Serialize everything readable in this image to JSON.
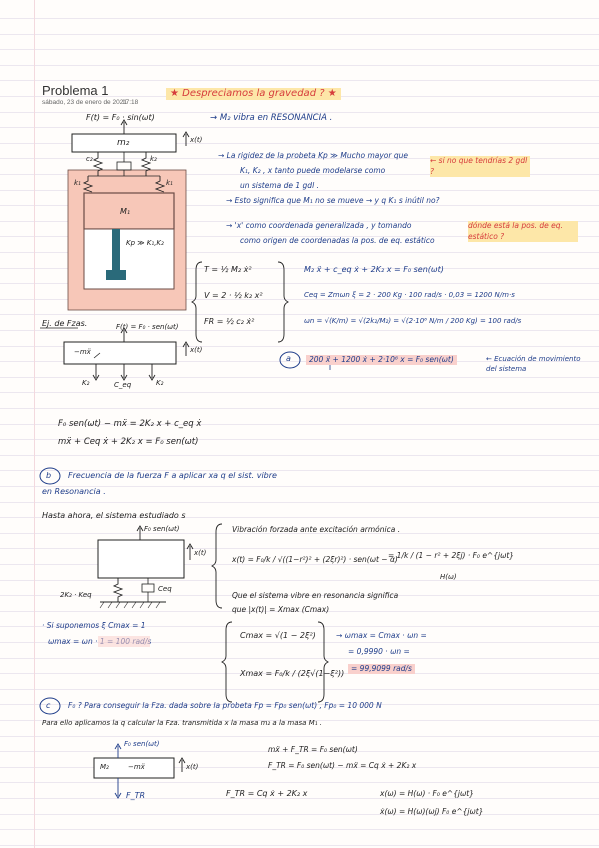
{
  "header": {
    "title": "Problema 1",
    "date": "sábado, 23 de enero de 2021",
    "time": "17:18"
  },
  "top_note": "★ Despreciamos la gravedad ? ★",
  "statement": "→ M₂ vibra en RESONANCIA .",
  "system": {
    "force": "F(t) = F₀ · sin(ωt)",
    "mass_top": "m₂",
    "mass_bottom": "M₁",
    "springs": [
      "c₂",
      "k₂",
      "k₂",
      "k₁",
      "k₁"
    ],
    "kp_note": "Kp ≫ K₁,K₂",
    "x_label": "x(t)"
  },
  "remarks": [
    "→ La rigidez de la probeta Kp ≫ Mucho mayor que",
    "K₁, K₂ , x tanto puede modelarse como",
    "un sistema de 1 gdl .",
    "→ Esto significa que M₁ no se mueve → y q K₁ s inútil no?",
    "→ 'x' como coordenada generalizada , y tomando",
    "como origen de coordenadas la pos. de eq. estático"
  ],
  "red_notes": [
    "← si no que tendrías 2 gdl ?",
    "dónde está la pos. de eq. estático ?"
  ],
  "energies": {
    "T": "T = ½ M₂ ẋ²",
    "V": "V = 2 · ½ k₂ x²",
    "F": "FR = ½ c₂ ẋ²"
  },
  "equations": {
    "eom": "M₂ ẍ + c_eq ẋ + 2K₂ x = F₀ sen(ωt)",
    "ceq": "Ceq = Zmωn ξ = 2 · 200 Kg · 100 rad/s · 0,03 = 1200 N/m·s",
    "wn": "ωn = √(K/m) = √(2k₂/M₂) = √(2·10⁶ N/m / 200 Kg) = 100 rad/s",
    "a_eq": "200 ẍ + 1200 ẋ + 2·10⁶ x = F₀ sen(ωt)",
    "a_note": "← Ecuación de movimiento del sistema",
    "a_label": "a"
  },
  "fbd": {
    "title": "Ej. de Fzas.",
    "force": "F(t) = F₀ · sen(ωt)",
    "inertia": "−mẍ",
    "springs": [
      "K₂",
      "C_eq",
      "K₂"
    ],
    "x_label": "x(t)",
    "eq1": "F₀ sen(ωt) − mẍ = 2K₂ x + c_eq ẋ",
    "eq2": "mẍ + Ceq ẋ + 2K₂ x = F₀ sen(ωt)"
  },
  "part_b": {
    "label": "b",
    "text1": "Frecuencia de la fuerza F a aplicar xa q el sist. vibre",
    "text2": "en Resonancia ."
  },
  "middle": {
    "intro": "Hasta ahora, el sistema estudiado s",
    "diagram_force": "F₀ sen(ωt)",
    "diagram_x": "x(t)",
    "diagram_k": "2K₂ · Keq",
    "diagram_c": "Ceq",
    "resp_note": "Vibración forzada ante excitación armónica .",
    "xt": "x(t) = F₀/k / √((1−r²)² + (2ξr)²) · sen(ωt − α)",
    "Hw": "= 1/k / (1 − r² + 2ξj) · F₀ e^{jωt}",
    "Hw_label": "H(ω)",
    "res_text1": "Que el sistema vibre en resonancia significa",
    "res_text2": "que |x(t)| = Xmax (Cmax)",
    "assume": "· Si suponemos ξ  Cmax = 1",
    "wmax_simple": "ωmax = ωn · 1 = 100 rad/s",
    "cmax": "Cmax = √(1 − 2ξ²)",
    "xmax": "Xmax = F₀/k / (2ξ√(1−ξ²))",
    "wmax1": "→ ωmax = Cmax · ωn =",
    "wmax2": "= 0,9990 · ωn =",
    "wmax3": "= 99,9099 rad/s"
  },
  "part_c": {
    "label": "c",
    "text1": "F₀ ? Para conseguir la Fza. dada sobre la probeta  Fp = Fp₀ sen(ωt) ,  Fp₀ = 10 000 N",
    "text2": "Para ello aplicamos la q calcular la Fza. transmitida x la masa m₂ a la masa M₁ .",
    "force": "F₀ sen(ωt)",
    "mass": "M₂",
    "inertia": "−mẍ",
    "x_label": "x(t)",
    "ftr": "F_TR",
    "eq1": "mẍ + F_TR = F₀ sen(ωt)",
    "eq2": "F_TR = F₀ sen(ωt) − mẍ = Cq ẋ + 2K₂ x",
    "eq3": "F_TR = Cq ẋ + 2K₂ x",
    "eq4": "x(ω) = H(ω) · F₀ e^{jωt}",
    "eq5": "ẋ(ω) = H(ω)(ωj) F₀ e^{jωt}"
  }
}
